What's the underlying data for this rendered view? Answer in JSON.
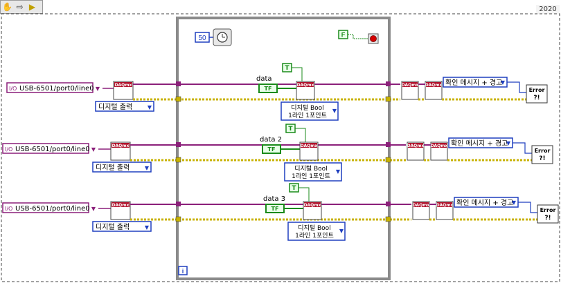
{
  "year_label": "2020",
  "toolbar": {
    "items": [
      "hand-icon",
      "step-icon",
      "run-icon"
    ]
  },
  "loop": {
    "wait_ms": "50",
    "stop_constant": "F",
    "iteration_label": "i"
  },
  "rows": [
    {
      "channel": "USB-6501/port0/line0",
      "create_mode": "디지털 출력",
      "task_label": "DAQmx",
      "data_label": "data",
      "write_label_line1": "디지털 Bool",
      "write_label_line2": "1라인 1포인트",
      "true_constant": "T",
      "bool_array_constant": "TF",
      "stop_label": "DAQmx",
      "clear_label": "DAQmx",
      "error_mode": "확인 메시지 + 경고",
      "error_label": "Error"
    },
    {
      "channel": "USB-6501/port0/line0",
      "create_mode": "디지털 출력",
      "task_label": "DAQmx",
      "data_label": "data 2",
      "write_label_line1": "디지털 Bool",
      "write_label_line2": "1라인 1포인트",
      "true_constant": "T",
      "bool_array_constant": "TF",
      "stop_label": "DAQmx",
      "clear_label": "DAQmx",
      "error_mode": "확인 메시지 + 경고",
      "error_label": "Error"
    },
    {
      "channel": "USB-6501/port0/line0",
      "create_mode": "디지털 출력",
      "task_label": "DAQmx",
      "data_label": "data 3",
      "write_label_line1": "디지털 Bool",
      "write_label_line2": "1라인 1포인트",
      "true_constant": "T",
      "bool_array_constant": "TF",
      "stop_label": "DAQmx",
      "clear_label": "DAQmx",
      "error_mode": "확인 메시지 + 경고",
      "error_label": "Error"
    }
  ],
  "colors": {
    "task_wire": "#8b1f7a",
    "error_wire": "#c8b200",
    "bool_wire": "#1a8a1a",
    "number_wire": "#1f3fbf",
    "loop_border": "#8a8a8a",
    "stop_button": "#d40000"
  }
}
